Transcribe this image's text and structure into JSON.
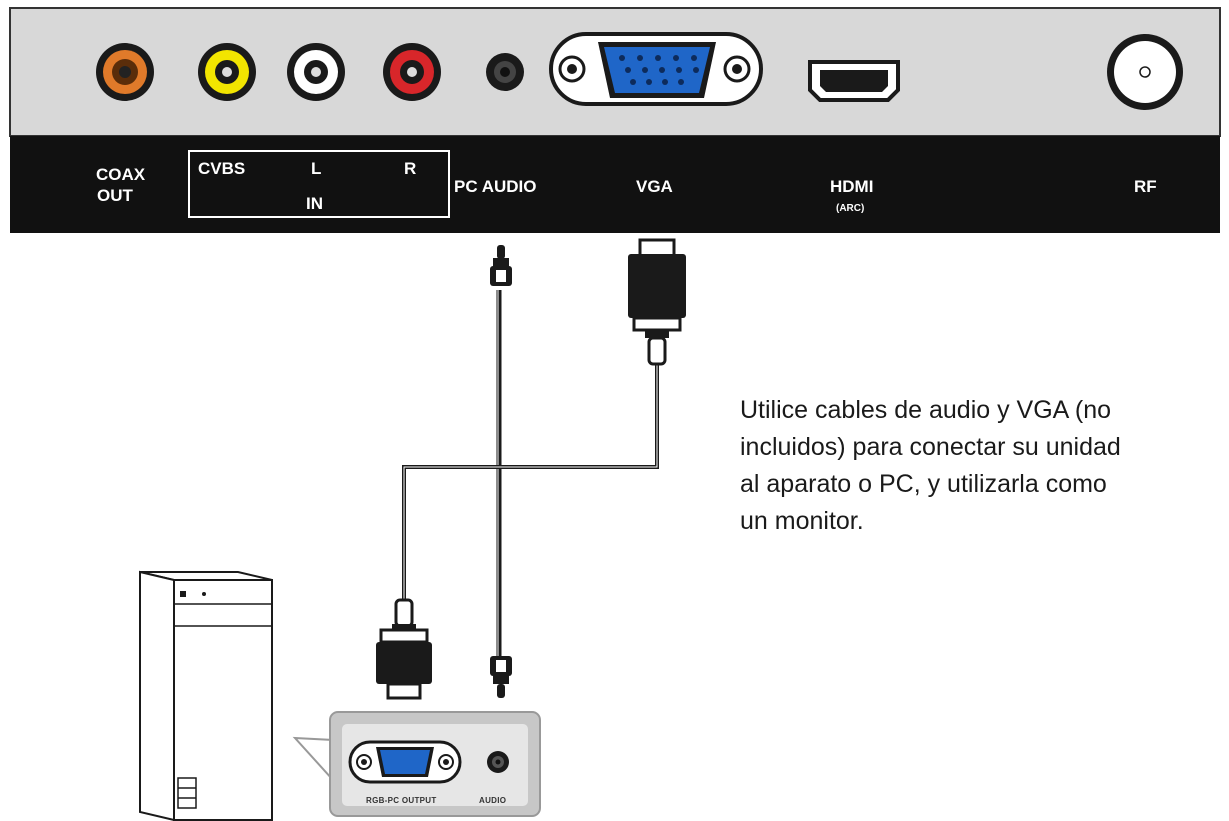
{
  "panel": {
    "labels": {
      "coax_line1": "COAX",
      "coax_line2": "OUT",
      "cvbs": "CVBS",
      "left": "L",
      "right": "R",
      "in": "IN",
      "pc_audio": "PC AUDIO",
      "vga": "VGA",
      "hdmi": "HDMI",
      "hdmi_sub": "(ARC)",
      "rf": "RF"
    },
    "colors": {
      "panel_gray": "#d8d8d8",
      "label_bar": "#111111",
      "coax_orange": "#e07a2a",
      "cvbs_yellow": "#f2e500",
      "audio_white": "#ffffff",
      "audio_red": "#d8262a",
      "vga_blue": "#1f66c8"
    }
  },
  "instructions": {
    "lines": [
      "Utilice cables de audio y VGA (no",
      "incluidos) para conectar su unidad",
      "al aparato o PC, y utilizarla como",
      "un monitor."
    ]
  },
  "pc": {
    "rgb_output_label": "RGB-PC OUTPUT",
    "audio_label": "AUDIO"
  }
}
